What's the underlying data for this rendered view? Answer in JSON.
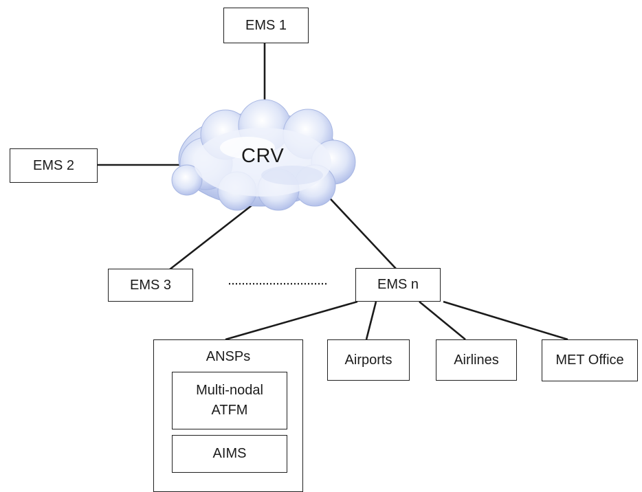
{
  "diagram": {
    "center": {
      "label": "CRV"
    },
    "ems_nodes": {
      "ems1": "EMS 1",
      "ems2": "EMS 2",
      "ems3": "EMS 3",
      "emsn": "EMS n"
    },
    "stakeholders": {
      "ansps": {
        "label": "ANSPs",
        "children": [
          "Multi-nodal\nATFM",
          "AIMS"
        ]
      },
      "airports": "Airports",
      "airlines": "Airlines",
      "met_office": "MET Office"
    }
  }
}
